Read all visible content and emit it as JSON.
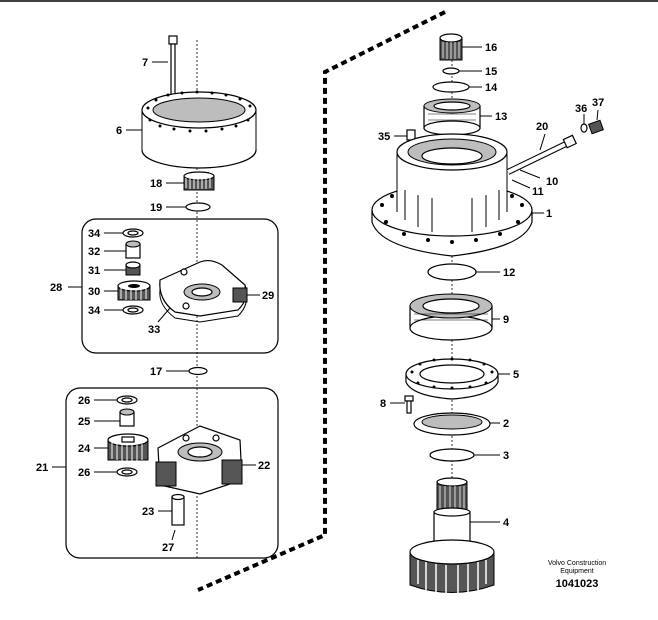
{
  "credit": {
    "line1": "Volvo Construction",
    "line2": "Equipment",
    "drawing_no": "1041023"
  },
  "callouts": {
    "c1": "1",
    "c2": "2",
    "c3": "3",
    "c4": "4",
    "c5": "5",
    "c6": "6",
    "c7": "7",
    "c8": "8",
    "c9": "9",
    "c10": "10",
    "c11": "11",
    "c12": "12",
    "c13": "13",
    "c14": "14",
    "c15": "15",
    "c16": "16",
    "c17": "17",
    "c18": "18",
    "c19": "19",
    "c20": "20",
    "c21": "21",
    "c22": "22",
    "c23": "23",
    "c24": "24",
    "c25a": "25",
    "c26a": "26",
    "c26b": "26",
    "c27": "27",
    "c28": "28",
    "c29": "29",
    "c30": "30",
    "c31": "31",
    "c32": "32",
    "c33": "33",
    "c34a": "34",
    "c34b": "34",
    "c35": "35",
    "c36": "36",
    "c37": "37"
  }
}
